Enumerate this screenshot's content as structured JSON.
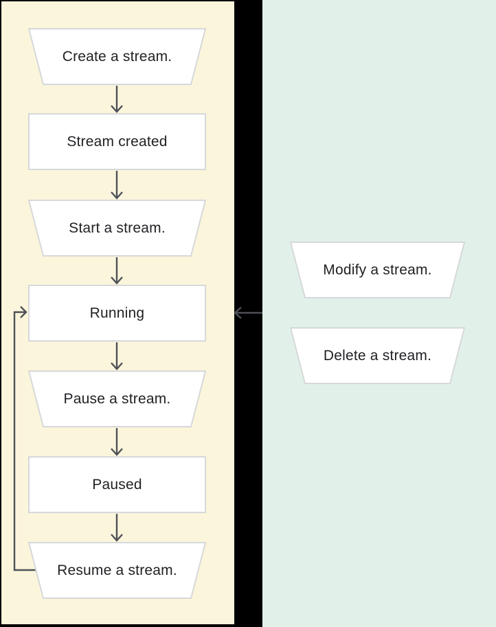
{
  "diagram": {
    "lifecycle_panel": {
      "background": "#fbf5dc",
      "steps": [
        {
          "label": "Create a stream.",
          "shape": "trapezoid",
          "kind": "action"
        },
        {
          "label": "Stream created",
          "shape": "rectangle",
          "kind": "state"
        },
        {
          "label": "Start a stream.",
          "shape": "trapezoid",
          "kind": "action"
        },
        {
          "label": "Running",
          "shape": "rectangle",
          "kind": "state"
        },
        {
          "label": "Pause a stream.",
          "shape": "trapezoid",
          "kind": "action"
        },
        {
          "label": "Paused",
          "shape": "rectangle",
          "kind": "state"
        },
        {
          "label": "Resume a stream.",
          "shape": "trapezoid",
          "kind": "action"
        }
      ],
      "flow_arrows": "downward open-chevron arrows between each consecutive step",
      "loop_arrow": {
        "from": "Resume a stream.",
        "to": "Running",
        "path": "left side, bottom-to-top"
      }
    },
    "actions_panel": {
      "background": "#e1f1e9",
      "steps": [
        {
          "label": "Modify a stream.",
          "shape": "trapezoid",
          "kind": "action"
        },
        {
          "label": "Delete a stream.",
          "shape": "trapezoid",
          "kind": "action"
        }
      ],
      "cross_arrow": {
        "direction": "left",
        "to": "Running"
      }
    },
    "colors": {
      "page_background": "#000000",
      "lifecycle_background": "#fbf5dc",
      "actions_background": "#e1f1e9",
      "node_fill": "#ffffff",
      "node_border": "#d6d8d9",
      "arrow": "#4d5156",
      "text": "#202124"
    }
  }
}
